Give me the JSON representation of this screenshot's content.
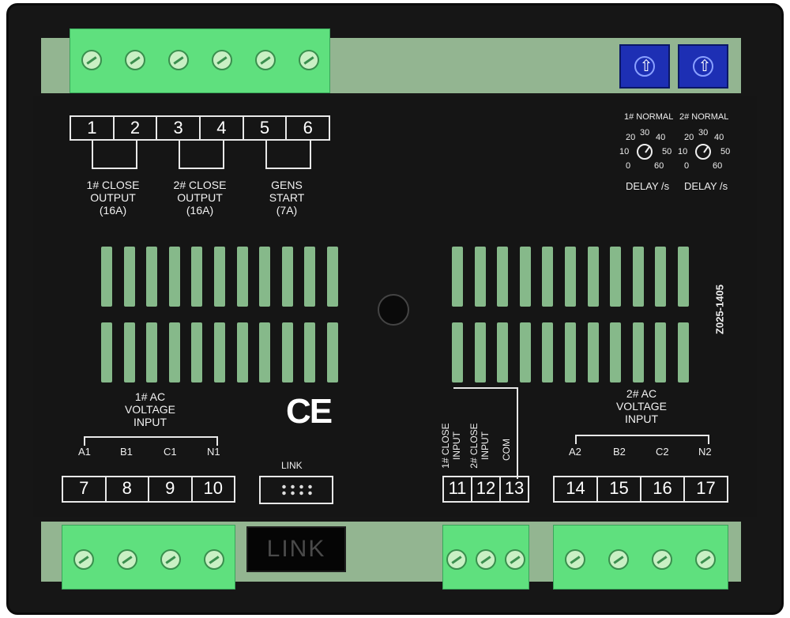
{
  "relay_terminals": [
    "1",
    "2",
    "3",
    "4",
    "5",
    "6"
  ],
  "outputs": [
    {
      "line1": "1# CLOSE",
      "line2": "OUTPUT",
      "line3": "(16A)"
    },
    {
      "line1": "2# CLOSE",
      "line2": "OUTPUT",
      "line3": "(16A)"
    },
    {
      "line1": "GENS",
      "line2": "START",
      "line3": "(7A)"
    }
  ],
  "delays": [
    {
      "title": "1# NORMAL",
      "caption": "DELAY /s",
      "scale": [
        "20",
        "30",
        "40",
        "10",
        "50",
        "0",
        "60"
      ]
    },
    {
      "title": "2# NORMAL",
      "caption": "DELAY /s",
      "scale": [
        "20",
        "30",
        "40",
        "10",
        "50",
        "0",
        "60"
      ]
    }
  ],
  "model_code": "Z025-1405",
  "ac1": {
    "line1": "1# AC",
    "line2": "VOLTAGE",
    "line3": "INPUT",
    "phases": [
      "A1",
      "B1",
      "C1",
      "N1"
    ],
    "terminals": [
      "7",
      "8",
      "9",
      "10"
    ]
  },
  "ac2": {
    "line1": "2# AC",
    "line2": "VOLTAGE",
    "line3": "INPUT",
    "phases": [
      "A2",
      "B2",
      "C2",
      "N2"
    ],
    "terminals": [
      "14",
      "15",
      "16",
      "17"
    ]
  },
  "ce_mark": "CE",
  "link_label": "LINK",
  "link_port_label": "LINK",
  "close_inputs": {
    "labels": [
      "1# CLOSE INPUT",
      "2# CLOSE INPUT",
      "COM"
    ],
    "terminals": [
      "11",
      "12",
      "13"
    ]
  }
}
